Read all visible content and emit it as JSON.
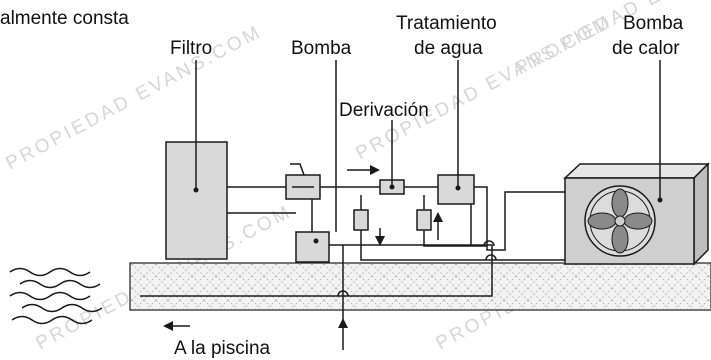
{
  "watermark": "PROPIEDAD EVANS.COM",
  "labels": {
    "header_fragment": "almente consta",
    "filter": "Filtro",
    "pump": "Bomba",
    "water_treatment_1": "Tratamiento",
    "water_treatment_2": "de agua",
    "heat_pump_1": "Bomba",
    "heat_pump_2": "de calor",
    "bypass": "Derivación",
    "to_pool": "A la piscina"
  },
  "colors": {
    "component_fill": "#d9d9d9",
    "heat_pump_fill": "#cfcfcf",
    "line": "#1a1a1a",
    "watermark": "#d6d6d6"
  }
}
